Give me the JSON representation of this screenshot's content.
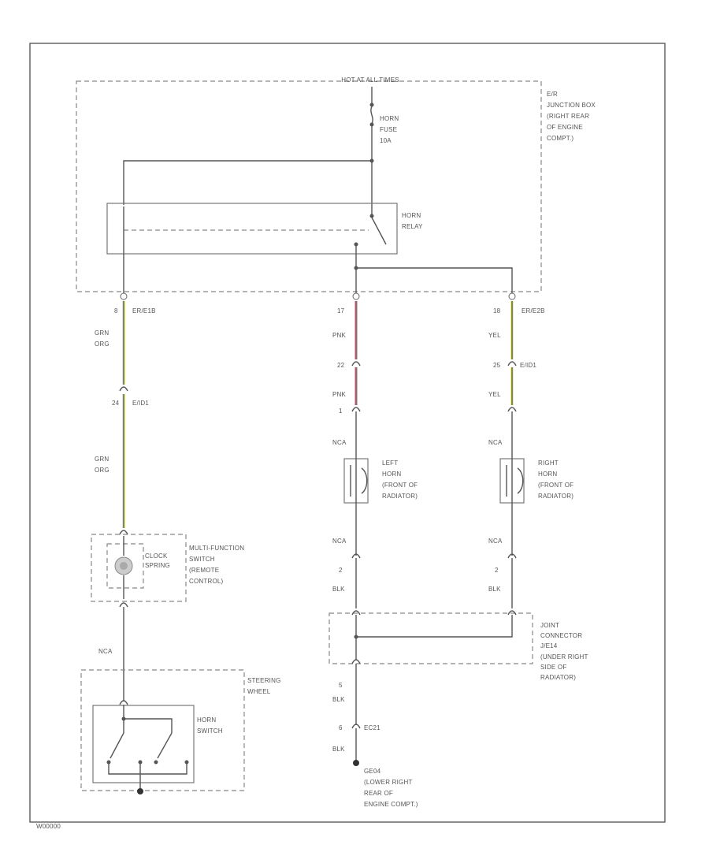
{
  "frame_id": "W00000",
  "hot_at_all_times": "HOT AT ALL TIMES",
  "junction_box": {
    "lines": [
      "E/R",
      "JUNCTION BOX",
      "(RIGHT REAR",
      "OF ENGINE",
      "COMPT.)"
    ]
  },
  "horn_fuse": {
    "lines": [
      "HORN",
      "FUSE",
      "10A"
    ]
  },
  "horn_relay": {
    "lines": [
      "HORN",
      "RELAY"
    ]
  },
  "left_column": {
    "pin_top": "8",
    "connector_top": "ER/E1B",
    "wire1": [
      "GRN",
      "ORG"
    ],
    "pin_mid": "24",
    "connector_mid": "E/ID1",
    "wire2": [
      "GRN",
      "ORG"
    ],
    "clock_spring": [
      "CLOCK",
      "SPRING"
    ],
    "multifunction_switch": [
      "MULTI-FUNCTION",
      "SWITCH",
      "(REMOTE",
      "CONTROL)"
    ],
    "wire3": "NCA",
    "steering_wheel": [
      "STEERING",
      "WHEEL"
    ],
    "horn_switch": [
      "HORN",
      "SWITCH"
    ]
  },
  "middle_column": {
    "pin_top": "17",
    "wire1": "PNK",
    "pin_mid": "22",
    "wire2": "PNK",
    "pin_c": "1",
    "wire3": "NCA",
    "left_horn": [
      "LEFT",
      "HORN",
      "(FRONT OF",
      "RADIATOR)"
    ],
    "wire4": "NCA",
    "pin_2": "2",
    "wire5": "BLK",
    "pin_5": "5",
    "wire6": "BLK",
    "pin_6": "6",
    "connector_ec": "EC21",
    "wire7": "BLK",
    "ground": [
      "GE04",
      "(LOWER RIGHT",
      "REAR OF",
      "ENGINE COMPT.)"
    ]
  },
  "right_column": {
    "pin_top": "18",
    "connector_top": "ER/E2B",
    "wire1": "YEL",
    "pin_mid": "25",
    "connector_mid": "E/ID1",
    "wire2": "YEL",
    "wire3": "NCA",
    "right_horn": [
      "RIGHT",
      "HORN",
      "(FRONT OF",
      "RADIATOR)"
    ],
    "wire4": "NCA",
    "pin_2": "2",
    "wire5": "BLK",
    "joint_connector": [
      "JOINT",
      "CONNECTOR",
      "J/E14",
      "(UNDER RIGHT",
      "SIDE OF",
      "RADIATOR)"
    ]
  },
  "wire_colors": {
    "pink": "#f4a6b4",
    "yellow": "#eef08a",
    "yellow_green": "#e6f0a0",
    "line": "#555555"
  }
}
